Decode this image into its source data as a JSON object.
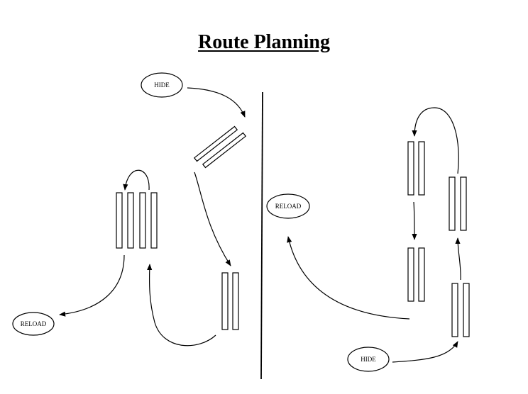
{
  "title": "Route Planning",
  "nodes": {
    "hide_left": "HIDE",
    "reload_left": "RELOAD",
    "reload_center": "RELOAD",
    "hide_right": "HIDE"
  }
}
